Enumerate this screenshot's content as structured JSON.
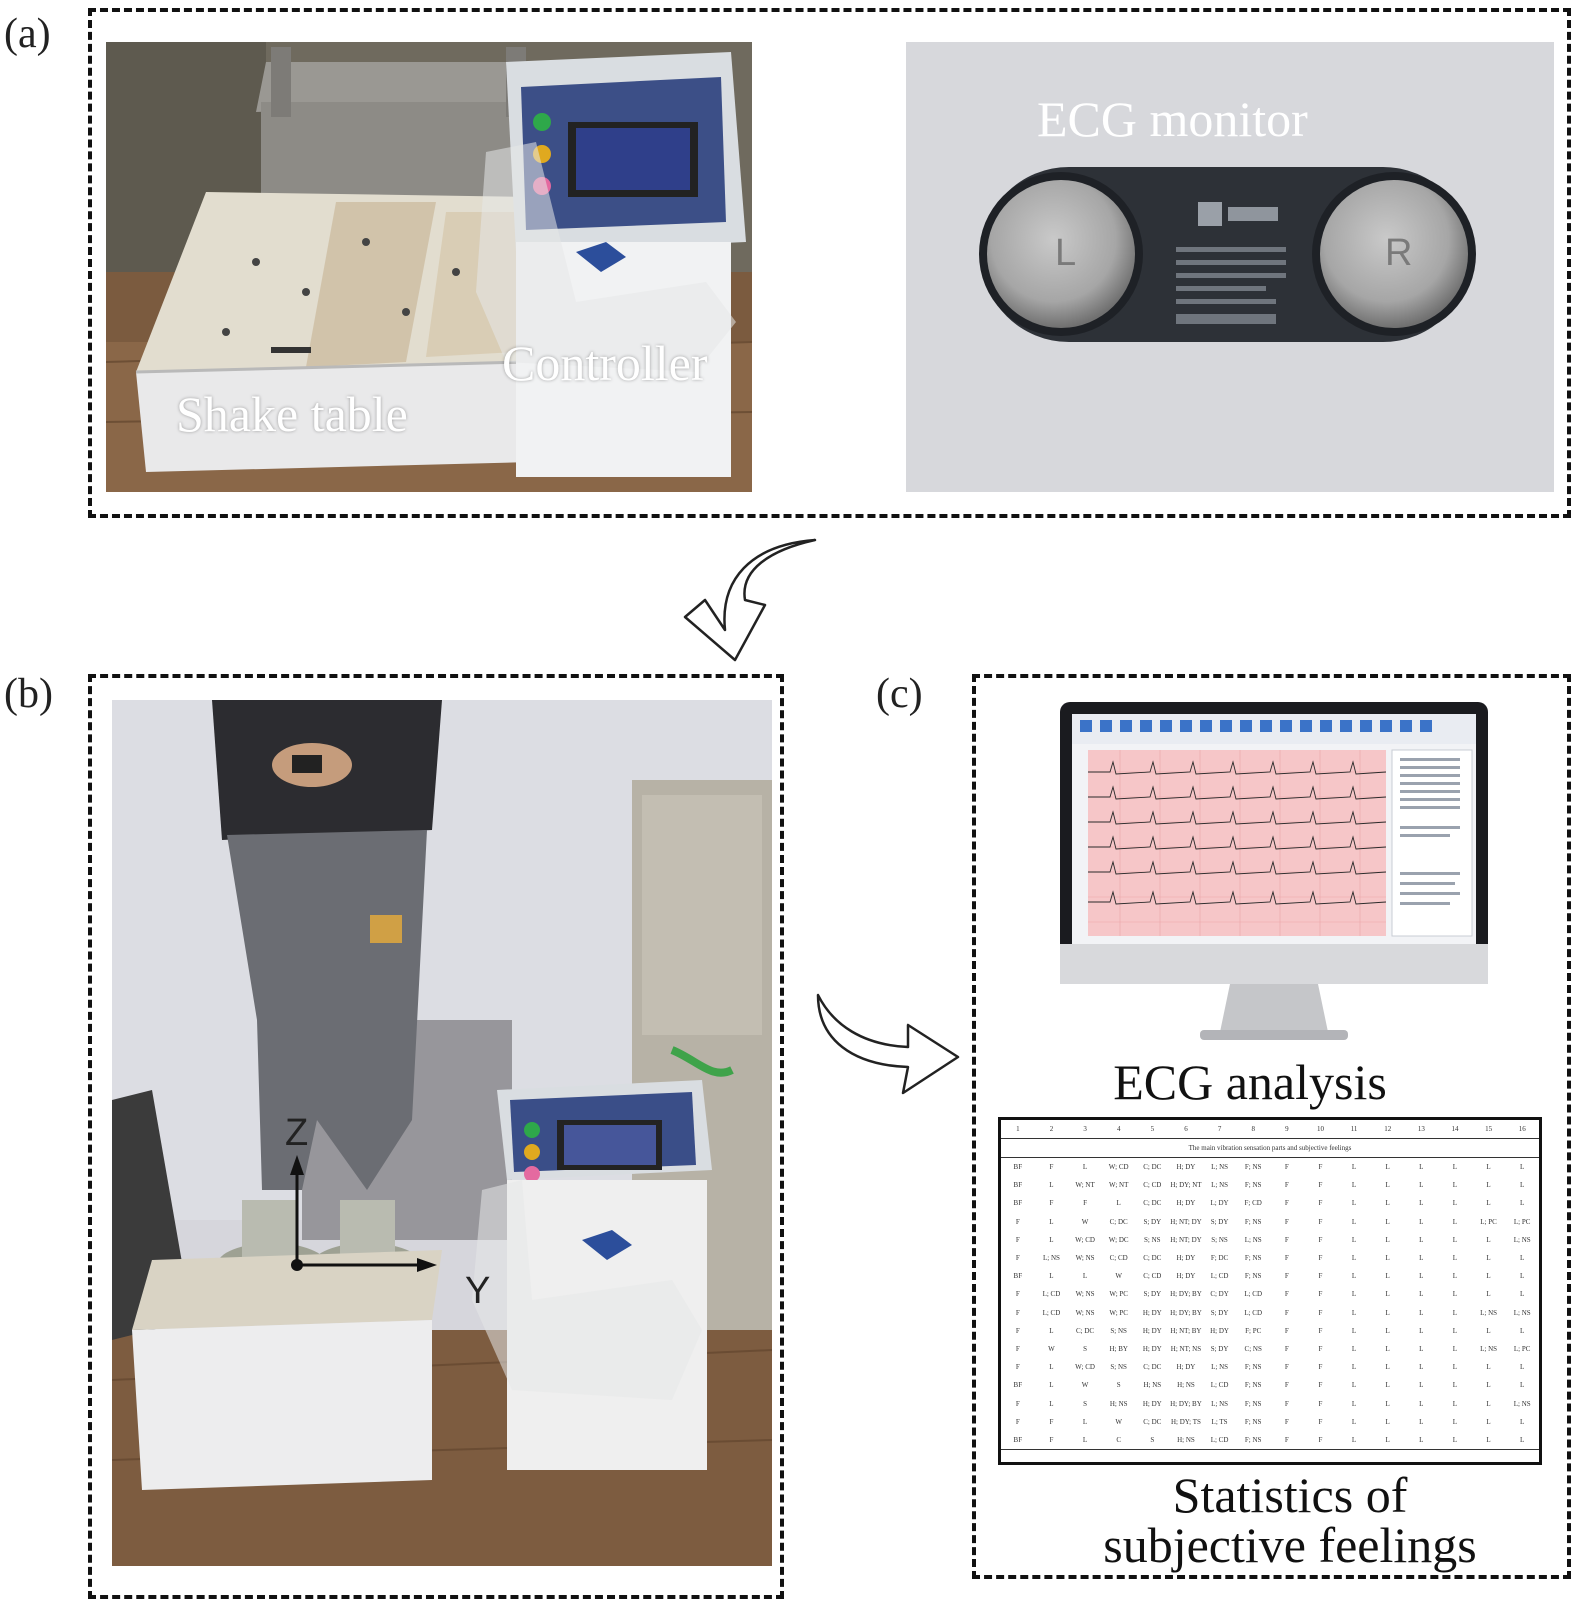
{
  "panels": {
    "a": {
      "letter": "(a)",
      "labels": {
        "shake_table": "Shake table",
        "controller": "Controller",
        "ecg_monitor": "ECG monitor"
      }
    },
    "b": {
      "letter": "(b)",
      "axes": {
        "z": "Z",
        "y": "Y"
      }
    },
    "c": {
      "letter": "(c)",
      "ecg_analysis": "ECG analysis",
      "statistics_line1": "Statistics of",
      "statistics_line2": "subjective feelings"
    }
  },
  "monitor_device": {
    "left": "L",
    "right": "R"
  },
  "feelings_table": {
    "headers": [
      "1",
      "2",
      "3",
      "4",
      "5",
      "6",
      "7",
      "8",
      "9",
      "10",
      "11",
      "12",
      "13",
      "14",
      "15",
      "16"
    ],
    "caption": "The main vibration sensation parts and subjective feelings",
    "rows": [
      [
        "BF",
        "F",
        "L",
        "W; CD",
        "C; DC",
        "H; DY",
        "L; NS",
        "F; NS",
        "F",
        "F",
        "L",
        "L",
        "L",
        "L",
        "L",
        "L"
      ],
      [
        "BF",
        "L",
        "W; NT",
        "W; NT",
        "C; CD",
        "H; DY; NT",
        "L; NS",
        "F; NS",
        "F",
        "F",
        "L",
        "L",
        "L",
        "L",
        "L",
        "L"
      ],
      [
        "BF",
        "F",
        "F",
        "L",
        "C; DC",
        "H; DY",
        "L; DY",
        "F; CD",
        "F",
        "F",
        "L",
        "L",
        "L",
        "L",
        "L",
        "L"
      ],
      [
        "F",
        "L",
        "W",
        "C; DC",
        "S; DY",
        "H; NT; DY",
        "S; DY",
        "F; NS",
        "F",
        "F",
        "L",
        "L",
        "L",
        "L",
        "L; PC",
        "L; PC"
      ],
      [
        "F",
        "L",
        "W; CD",
        "W; DC",
        "S; NS",
        "H; NT; DY",
        "S; NS",
        "L; NS",
        "F",
        "F",
        "L",
        "L",
        "L",
        "L",
        "L",
        "L; NS"
      ],
      [
        "F",
        "L; NS",
        "W; NS",
        "C; CD",
        "C; DC",
        "H; DY",
        "F; DC",
        "F; NS",
        "F",
        "F",
        "L",
        "L",
        "L",
        "L",
        "L",
        "L"
      ],
      [
        "BF",
        "L",
        "L",
        "W",
        "C; CD",
        "H; DY",
        "L; CD",
        "F; NS",
        "F",
        "F",
        "L",
        "L",
        "L",
        "L",
        "L",
        "L"
      ],
      [
        "F",
        "L; CD",
        "W; NS",
        "W; PC",
        "S; DY",
        "H; DY; BY",
        "C; DY",
        "L; CD",
        "F",
        "F",
        "L",
        "L",
        "L",
        "L",
        "L",
        "L"
      ],
      [
        "F",
        "L; CD",
        "W; NS",
        "W; PC",
        "H; DY",
        "H; DY; BY",
        "S; DY",
        "L; CD",
        "F",
        "F",
        "L",
        "L",
        "L",
        "L",
        "L; NS",
        "L; NS"
      ],
      [
        "F",
        "L",
        "C; DC",
        "S; NS",
        "H; DY",
        "H; NT; BY",
        "H; DY",
        "F; PC",
        "F",
        "F",
        "L",
        "L",
        "L",
        "L",
        "L",
        "L"
      ],
      [
        "F",
        "W",
        "S",
        "H; BY",
        "H; DY",
        "H; NT; NS",
        "S; DY",
        "C; NS",
        "F",
        "F",
        "L",
        "L",
        "L",
        "L",
        "L; NS",
        "L; PC"
      ],
      [
        "F",
        "L",
        "W; CD",
        "S; NS",
        "C; DC",
        "H; DY",
        "L; NS",
        "F; NS",
        "F",
        "F",
        "L",
        "L",
        "L",
        "L",
        "L",
        "L"
      ],
      [
        "BF",
        "L",
        "W",
        "S",
        "H; NS",
        "H; NS",
        "L; CD",
        "F; NS",
        "F",
        "F",
        "L",
        "L",
        "L",
        "L",
        "L",
        "L"
      ],
      [
        "F",
        "L",
        "S",
        "H; NS",
        "H; DY",
        "H; DY; BY",
        "L; NS",
        "F; NS",
        "F",
        "F",
        "L",
        "L",
        "L",
        "L",
        "L",
        "L; NS"
      ],
      [
        "F",
        "F",
        "L",
        "W",
        "C; DC",
        "H; DY; TS",
        "L; TS",
        "F; NS",
        "F",
        "F",
        "L",
        "L",
        "L",
        "L",
        "L",
        "L"
      ],
      [
        "BF",
        "F",
        "L",
        "C",
        "S",
        "H; NS",
        "L; CD",
        "F; NS",
        "F",
        "F",
        "L",
        "L",
        "L",
        "L",
        "L",
        "L"
      ]
    ]
  },
  "colors": {
    "ecg_grid_bg": "#f6c6c8",
    "dash": "#111111",
    "floor": "#7a5a3e",
    "wall": "#dcdde2"
  }
}
